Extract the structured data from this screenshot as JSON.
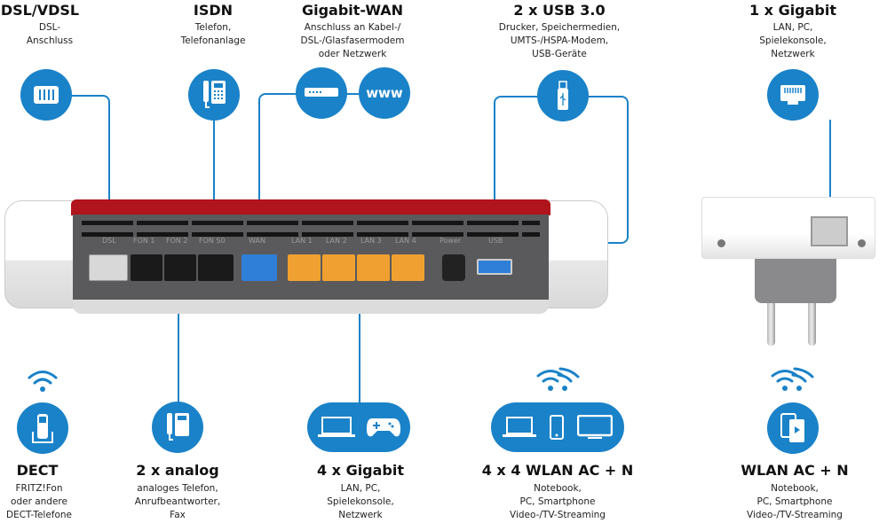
{
  "top": [
    {
      "title": "DSL/VDSL",
      "desc": [
        "DSL-",
        "Anschluss"
      ],
      "icon": "dsl-port-icon"
    },
    {
      "title": "ISDN",
      "desc": [
        "Telefon,",
        "Telefonanlage"
      ],
      "icon": "desk-phone-icon"
    },
    {
      "title": "Gigabit-WAN",
      "desc": [
        "Anschluss an Kabel-/",
        "DSL-/Glasfasermodem",
        "oder Netzwerk"
      ],
      "icon": "modem-icon",
      "icon2_text": "www"
    },
    {
      "title": "2 x USB 3.0",
      "desc": [
        "Drucker, Speichermedien,",
        "UMTS-/HSPA-Modem,",
        "USB-Geräte"
      ],
      "icon": "usb-stick-icon"
    },
    {
      "title": "1 x Gigabit",
      "desc": [
        "LAN, PC,",
        "Spielekonsole,",
        "Netzwerk"
      ],
      "icon": "lan-port-icon"
    }
  ],
  "bottom": [
    {
      "title": "DECT",
      "desc": [
        "FRITZ!Fon",
        "oder andere",
        "DECT-Telefone"
      ],
      "icon": "cordless-phone-icon"
    },
    {
      "title": "2 x analog",
      "desc": [
        "analoges Telefon,",
        "Anrufbeantworter,",
        "Fax"
      ],
      "icon": "desk-phone-icon"
    },
    {
      "title": "4 x Gigabit",
      "desc": [
        "LAN, PC,",
        "Spielekonsole,",
        "Netzwerk"
      ],
      "icon": "laptop-gamepad-icon"
    },
    {
      "title": "4 x 4 WLAN AC + N",
      "desc": [
        "Notebook,",
        "PC, Smartphone",
        "Video-/TV-Streaming"
      ],
      "icon": "devices-icon"
    },
    {
      "title": "WLAN AC + N",
      "desc": [
        "Notebook,",
        "PC, Smartphone",
        "Video-/TV-Streaming"
      ],
      "icon": "tablet-video-icon"
    }
  ],
  "router_ports": [
    "DSL",
    "FON 1",
    "FON 2",
    "FON S0",
    "WAN",
    "LAN 1",
    "LAN 2",
    "LAN 3",
    "LAN 4",
    "Power",
    "USB"
  ],
  "colors": {
    "accent": "#1a82c8",
    "router_red": "#b0141c",
    "port_lan": "#f0a030",
    "port_wan": "#2f7fd8"
  }
}
